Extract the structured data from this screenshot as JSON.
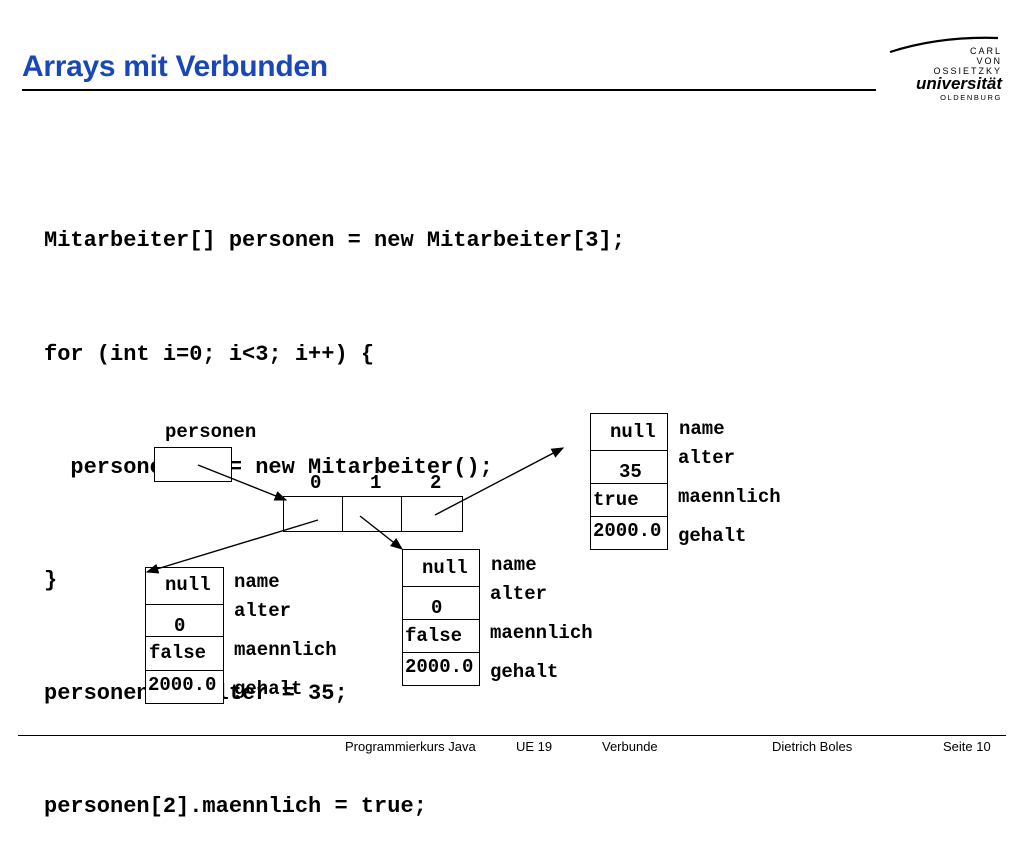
{
  "slide": {
    "title": "Arrays mit Verbunden"
  },
  "logo": {
    "line1": "CARL",
    "line2": "VON",
    "line3": "OSSIETZKY",
    "line4": "universität",
    "line5": "OLDENBURG"
  },
  "code": {
    "lines": [
      "Mitarbeiter[] personen = new Mitarbeiter[3];",
      "for (int i=0; i<3; i++) {",
      "  personen[i] = new Mitarbeiter();",
      "}",
      "personen[2].alter = 35;",
      "personen[2].maennlich = true;"
    ]
  },
  "diagram": {
    "variable_label": "personen",
    "indices": [
      "0",
      "1",
      "2"
    ],
    "objects": [
      {
        "id": "obj0",
        "values": [
          "null",
          "0",
          "false",
          "2000.0"
        ],
        "fields": [
          "name",
          "alter",
          "maennlich",
          "gehalt"
        ]
      },
      {
        "id": "obj1",
        "values": [
          "null",
          "0",
          "false",
          "2000.0"
        ],
        "fields": [
          "name",
          "alter",
          "maennlich",
          "gehalt"
        ]
      },
      {
        "id": "obj2",
        "values": [
          "null",
          "35",
          "true",
          "2000.0"
        ],
        "fields": [
          "name",
          "alter",
          "maennlich",
          "gehalt"
        ]
      }
    ]
  },
  "footer": {
    "course": "Programmierkurs Java",
    "unit": "UE 19",
    "topic": "Verbunde",
    "author": "Dietrich Boles",
    "page": "Seite 10"
  }
}
